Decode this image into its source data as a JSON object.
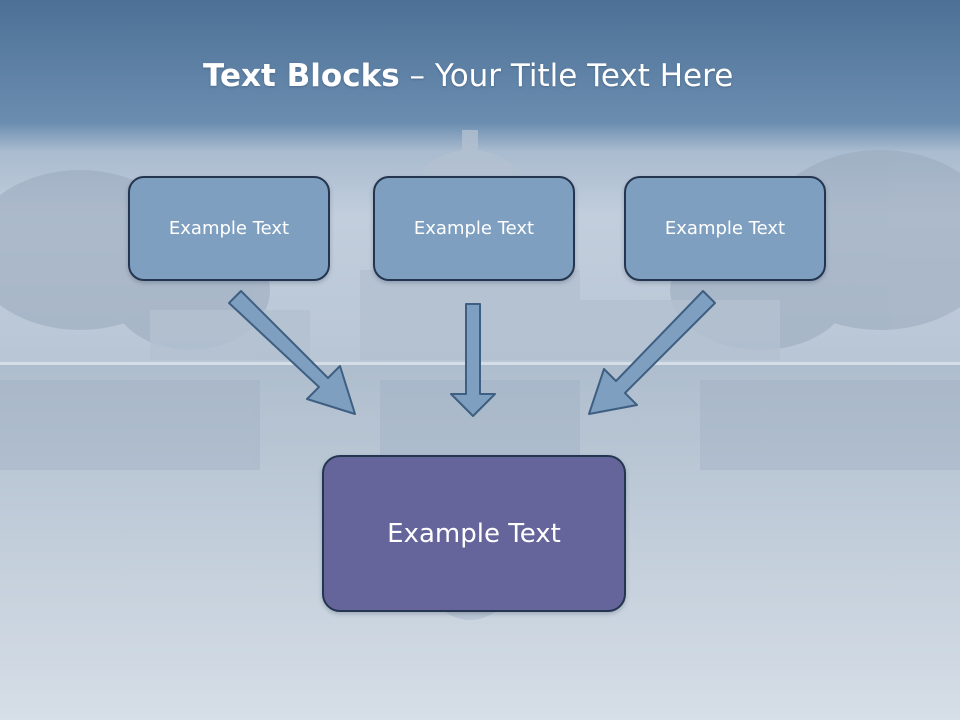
{
  "slide": {
    "title_bold": "Text Blocks",
    "title_dash": " – ",
    "title_rest": "Your Title Text Here"
  },
  "diagram": {
    "top_boxes": [
      {
        "label": "Example Text"
      },
      {
        "label": "Example Text"
      },
      {
        "label": "Example Text"
      }
    ],
    "bottom_box": {
      "label": "Example Text"
    }
  },
  "colors": {
    "header": "#5f84aa",
    "top_box_fill": "#7e9fbf",
    "bottom_box_fill": "#65659b",
    "box_border": "#24364f",
    "arrow_fill": "#7e9fbf",
    "arrow_stroke": "#3f5f82"
  }
}
